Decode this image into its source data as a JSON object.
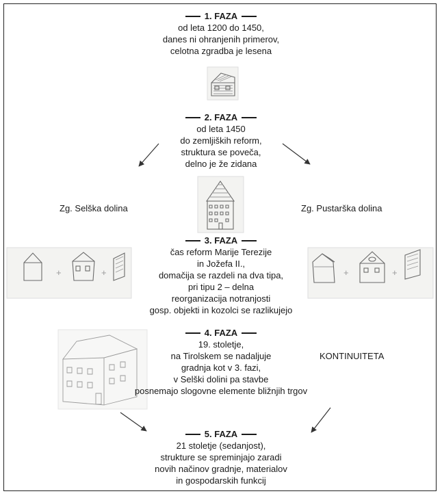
{
  "phases": [
    {
      "heading": "1. FAZA",
      "lines": [
        "od leta 1200 do 1450,",
        "danes ni ohranjenih primerov,",
        "celotna zgradba je lesena"
      ]
    },
    {
      "heading": "2. FAZA",
      "lines": [
        "od leta 1450",
        "do zemljiških reform,",
        "struktura se poveča,",
        "delno je že zidana"
      ]
    },
    {
      "heading": "3. FAZA",
      "lines": [
        "čas reform Marije Terezije",
        "in Jožefa II.,",
        "domačija se razdeli na dva tipa,",
        "pri tipu 2 – delna",
        "reorganizacija notranjosti",
        "gosp. objekti in kozolci se razlikujejo"
      ]
    },
    {
      "heading": "4. FAZA",
      "lines": [
        "19. stoletje,",
        "na Tirolskem se nadaljuje",
        "gradnja kot v 3. fazi,",
        "v Selški dolini pa stavbe",
        "posnemajo slogovne elemente bližnjih trgov"
      ]
    },
    {
      "heading": "5. FAZA",
      "lines": [
        "21 stoletje (sedanjost),",
        "strukture se spreminjajo zaradi",
        "novih načinov gradnje, materialov",
        "in gospodarskih funkcij"
      ]
    }
  ],
  "labels": {
    "left_valley": "Zg. Selška dolina",
    "right_valley": "Zg. Pustarška dolina",
    "continuity": "KONTINUITETA"
  }
}
